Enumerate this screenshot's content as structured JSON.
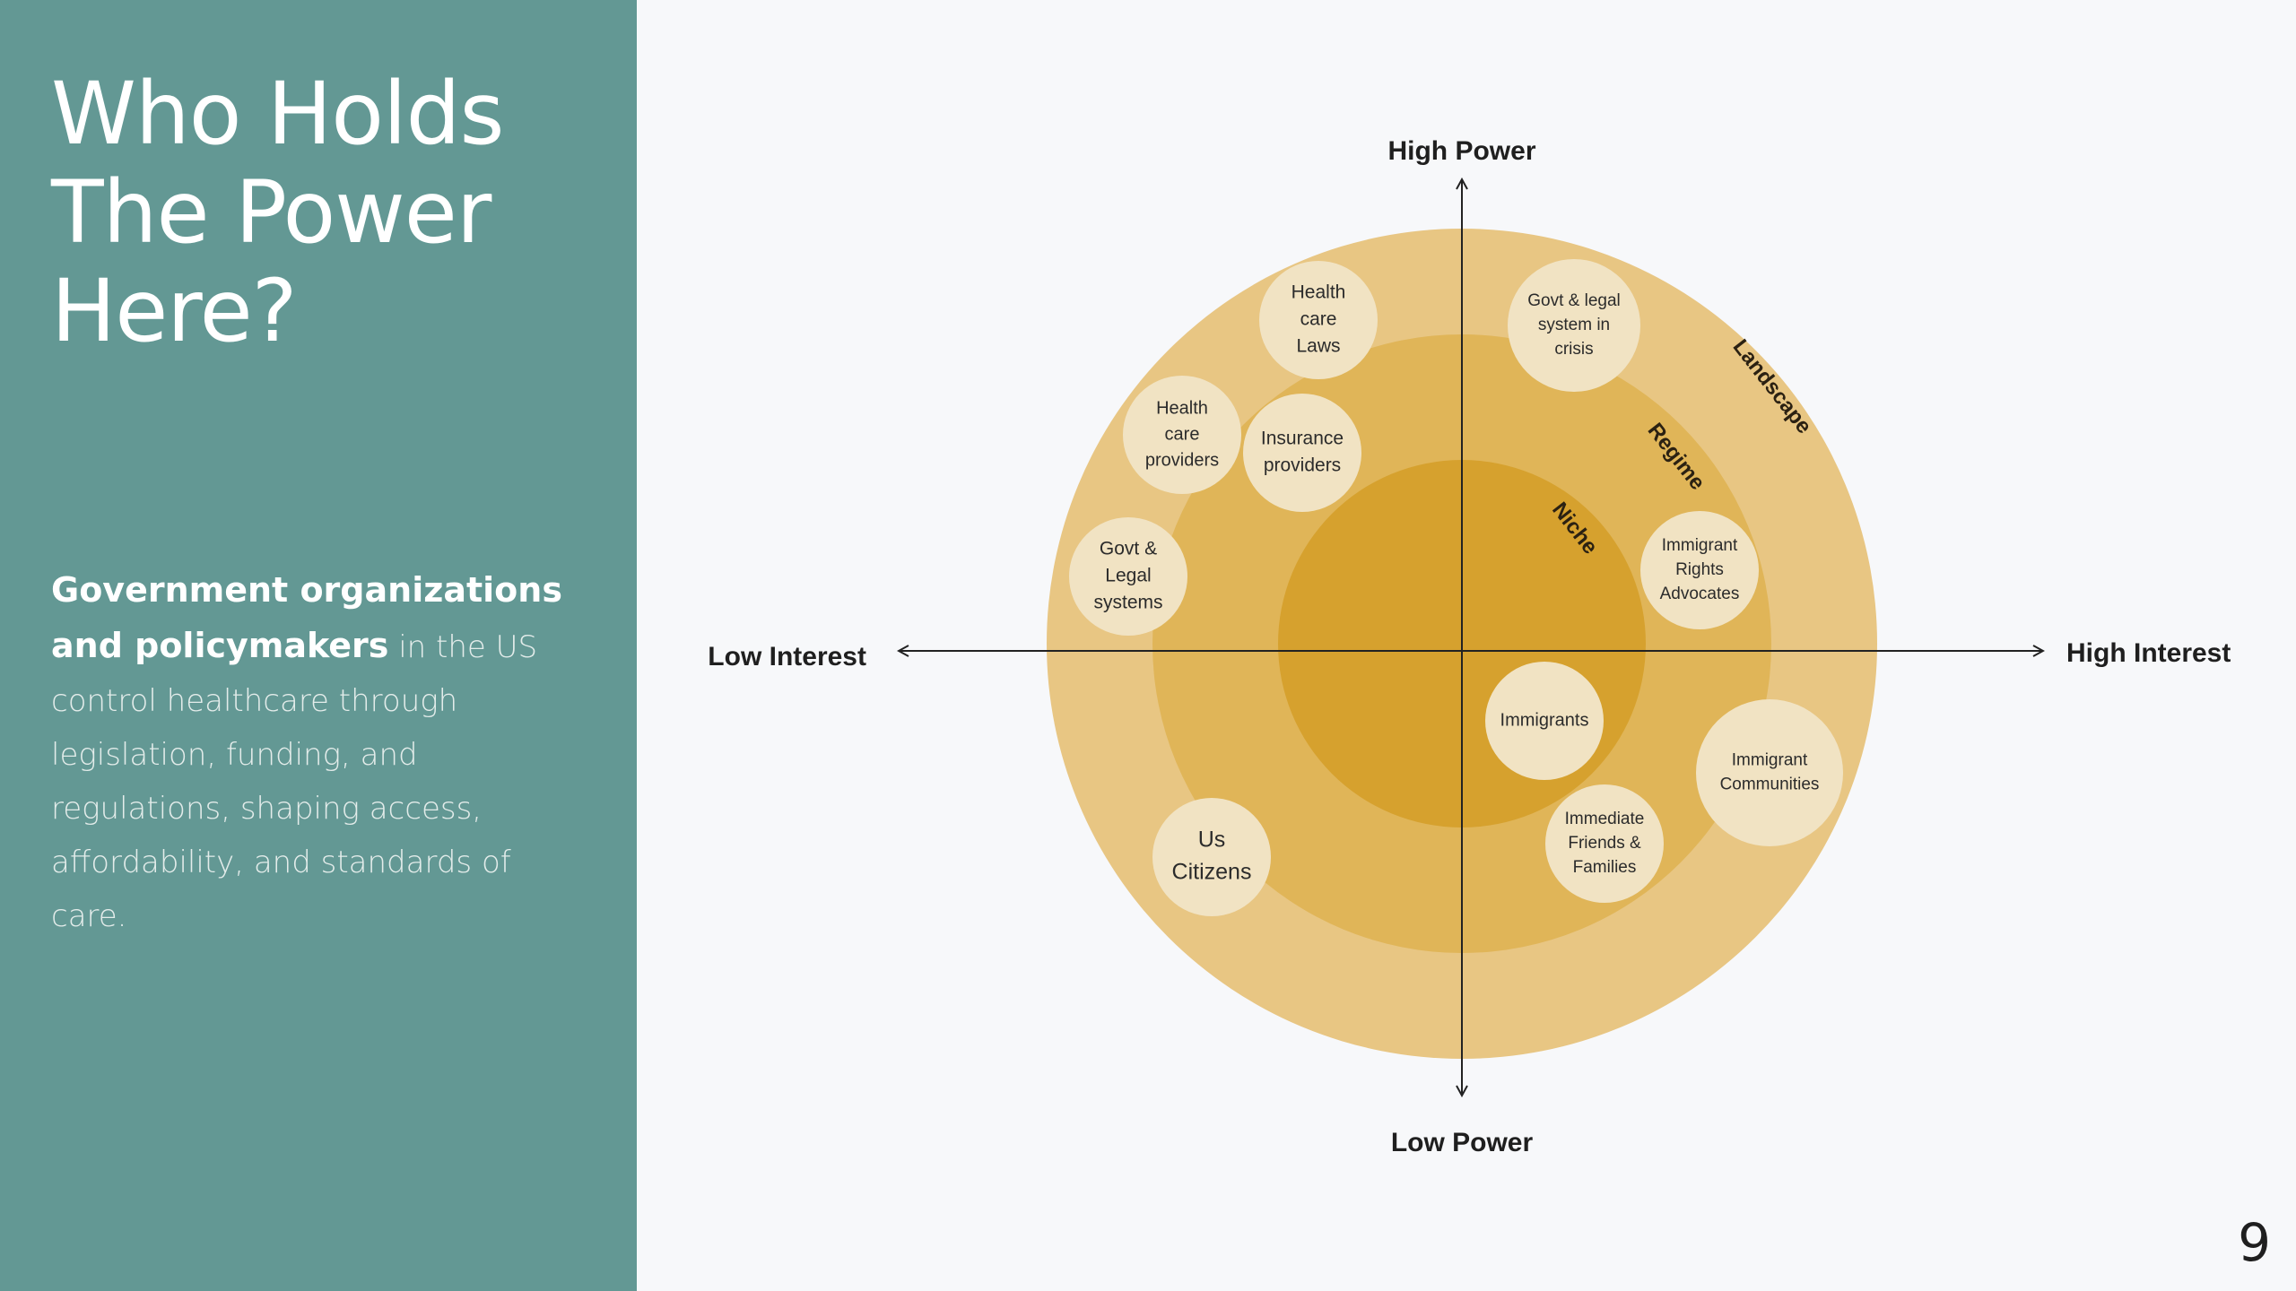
{
  "slide": {
    "title_lines": [
      "Who Holds",
      "The Power",
      "Here?"
    ],
    "body_strong": "Government organizations and policymakers",
    "body_rest": " in the US control healthcare through legislation, funding, and regulations, shaping access, affordability, and standards of care.",
    "page_number": "9"
  },
  "diagram": {
    "axes": {
      "top": "High Power",
      "bottom": "Low Power",
      "left": "Low Interest",
      "right": "High Interest"
    },
    "rings": [
      {
        "name": "Landscape",
        "color": "#e8c683"
      },
      {
        "name": "Regime",
        "color": "#e0b558"
      },
      {
        "name": "Niche",
        "color": "#d6a12e"
      }
    ],
    "bubbles": [
      {
        "lines": [
          "Health",
          "care",
          "Laws"
        ]
      },
      {
        "lines": [
          "Govt & legal",
          "system in",
          "crisis"
        ]
      },
      {
        "lines": [
          "Health",
          "care",
          "providers"
        ]
      },
      {
        "lines": [
          "Insurance",
          "providers"
        ]
      },
      {
        "lines": [
          "Govt &",
          "Legal",
          "systems"
        ]
      },
      {
        "lines": [
          "Immigrant",
          "Rights",
          "Advocates"
        ]
      },
      {
        "lines": [
          "Immigrants"
        ]
      },
      {
        "lines": [
          "Immigrant",
          "Communities"
        ]
      },
      {
        "lines": [
          "Immediate",
          "Friends &",
          "Families"
        ]
      },
      {
        "lines": [
          "Us",
          "Citizens"
        ]
      }
    ]
  }
}
